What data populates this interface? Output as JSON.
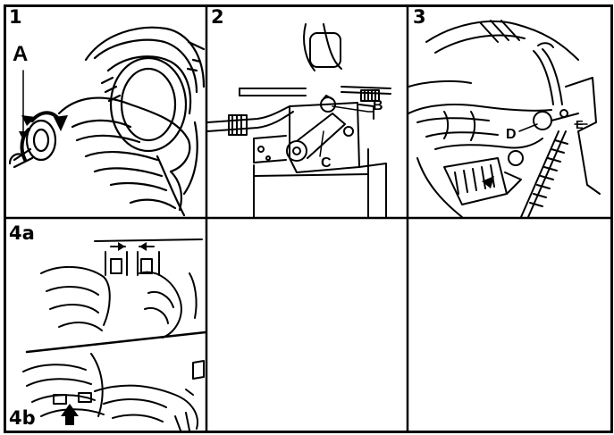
{
  "panels": [
    {
      "number": "1",
      "callouts": [
        "A"
      ]
    },
    {
      "number": "2",
      "callouts": [
        "B",
        "C"
      ]
    },
    {
      "number": "3",
      "callouts": [
        "D",
        "E"
      ]
    },
    {
      "number": "4a",
      "secondary_number": "4b",
      "callouts": []
    },
    {
      "number": "",
      "callouts": []
    },
    {
      "number": "",
      "callouts": []
    }
  ],
  "colors": {
    "ink": "#000000",
    "paper": "#ffffff"
  }
}
